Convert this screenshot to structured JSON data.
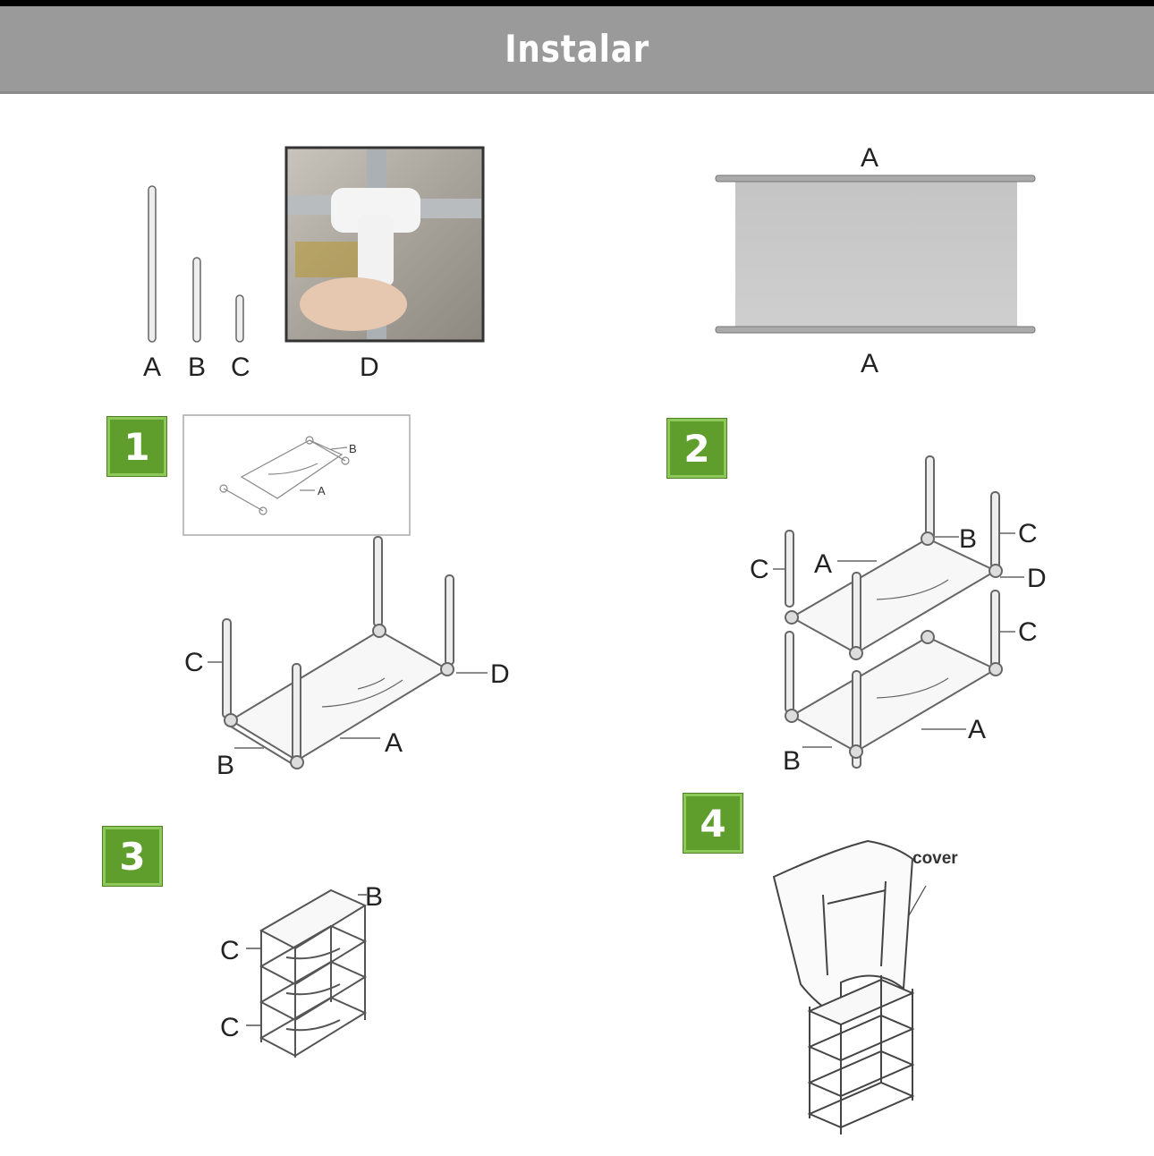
{
  "header": {
    "title": "Instalar"
  },
  "parts": {
    "rod_a": "A",
    "rod_b": "B",
    "rod_c": "C",
    "connector_d": "D",
    "shelf_top": "A",
    "shelf_bottom": "A"
  },
  "steps": [
    {
      "number": "1",
      "inset_labels": {
        "b": "B",
        "a": "A"
      },
      "labels": {
        "c": "C",
        "d": "D",
        "a": "A",
        "b": "B"
      }
    },
    {
      "number": "2",
      "labels": {
        "b": "B",
        "c_top": "C",
        "a_top": "A",
        "c_left": "C",
        "d": "D",
        "c_mid": "C",
        "a_bottom": "A",
        "b_bottom": "B"
      }
    },
    {
      "number": "3",
      "labels": {
        "b": "B",
        "c_top": "C",
        "c_bottom": "C"
      }
    },
    {
      "number": "4",
      "labels": {
        "cover": "cover"
      }
    }
  ],
  "colors": {
    "header": "#9a9a9a",
    "badge": "#5f9e2c"
  }
}
